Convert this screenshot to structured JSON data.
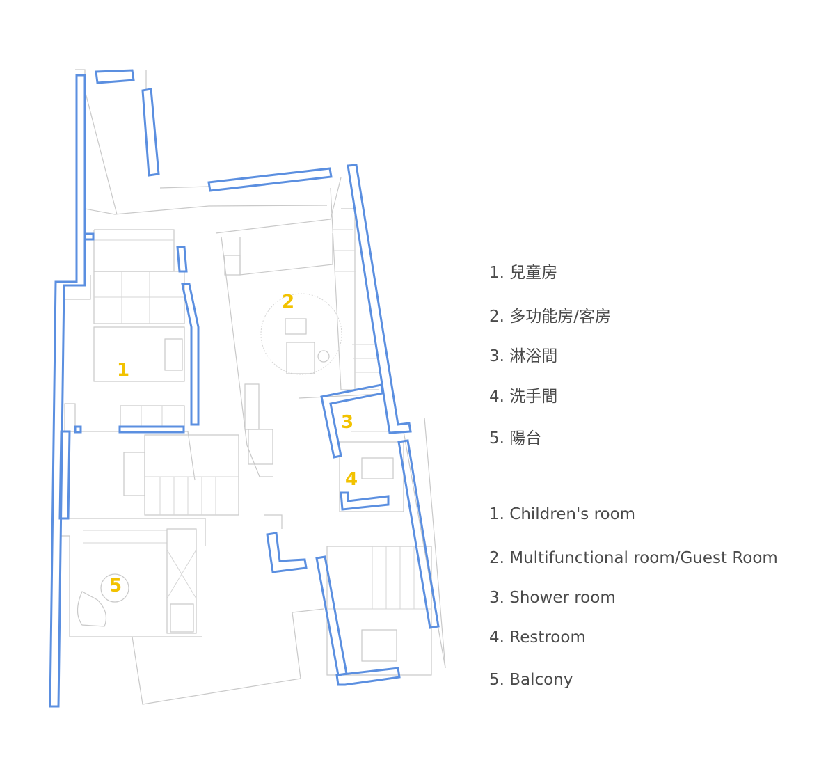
{
  "plan": {
    "room_markers": [
      "1",
      "2",
      "3",
      "4",
      "5"
    ]
  },
  "legend_zh": [
    "1. 兒童房",
    "2. 多功能房/客房",
    "3. 淋浴間",
    "4. 洗手間",
    "5. 陽台"
  ],
  "legend_en": [
    "1. Children's room",
    "2. Multifunctional room/Guest Room",
    "3. Shower room",
    "4. Restroom",
    "5. Balcony"
  ],
  "colors": {
    "wall": "#5b8fe0",
    "room_number": "#f2c200",
    "line": "#c9c9c9",
    "text": "#4a4a4a"
  }
}
